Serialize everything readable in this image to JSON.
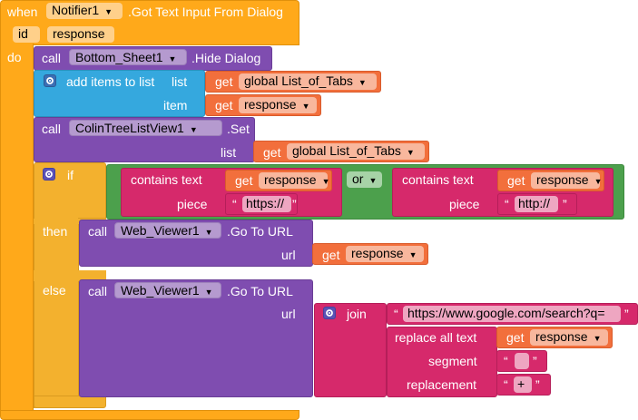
{
  "event": {
    "when": "when",
    "component": "Notifier1",
    "event_name": ".Got Text Input From Dialog",
    "param": "id",
    "param_name": "response",
    "do": "do"
  },
  "hide_dialog": {
    "call": "call",
    "component": "Bottom_Sheet1",
    "method": ".Hide Dialog"
  },
  "add_items": {
    "label": "add items to list",
    "list_label": "list",
    "item_label": "item",
    "get": "get",
    "list_var": "global List_of_Tabs",
    "item_var": "response"
  },
  "set_list": {
    "call": "call",
    "component": "ColinTreeListView1",
    "method": ".Set",
    "list_label": "list",
    "get": "get",
    "var": "global List_of_Tabs"
  },
  "if_block": {
    "if": "if",
    "then": "then",
    "else": "else",
    "or": "or",
    "contains_left": {
      "label": "contains text",
      "piece": "piece",
      "get": "get",
      "var": "response",
      "text": "https://"
    },
    "contains_right": {
      "label": "contains text",
      "piece": "piece",
      "get": "get",
      "var": "response",
      "text": "http://"
    }
  },
  "then_call": {
    "call": "call",
    "component": "Web_Viewer1",
    "method": ".Go To URL",
    "url_label": "url",
    "get": "get",
    "var": "response"
  },
  "else_call": {
    "call": "call",
    "component": "Web_Viewer1",
    "method": ".Go To URL",
    "url_label": "url",
    "join": "join",
    "join_text": "https://www.google.com/search?q=",
    "replace_label": "replace all text",
    "segment_label": "segment",
    "replacement_label": "replacement",
    "get": "get",
    "var": "response",
    "segment_text": " ",
    "replacement_text": "+",
    "quote_open": "“",
    "quote_close": "”"
  },
  "colors": {
    "event": "#FFA91A",
    "component": "#7F4DB0",
    "list": "#35A8DE",
    "control": "#F3B12E",
    "variable": "#F26F3C",
    "text": "#D6296B",
    "logic": "#4CA04C"
  }
}
